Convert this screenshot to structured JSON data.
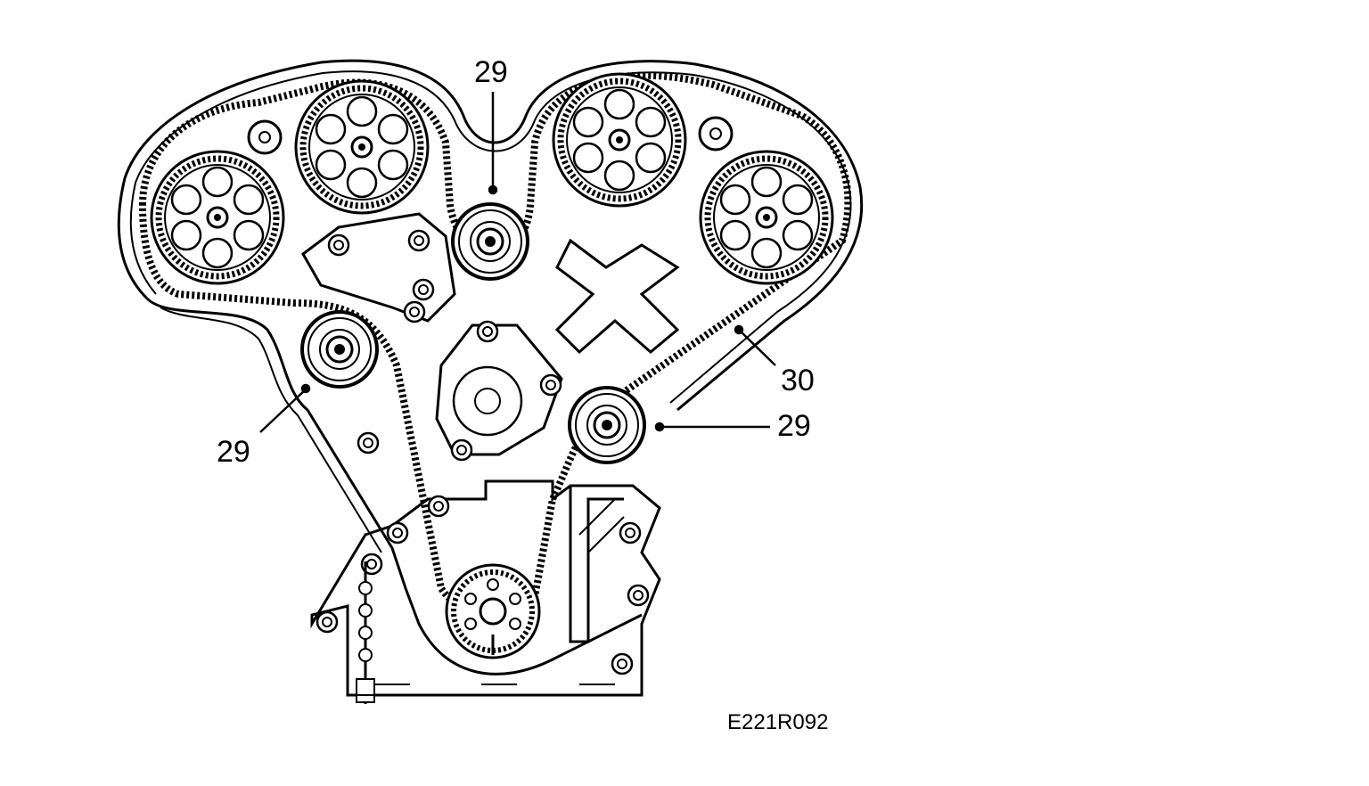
{
  "callouts": {
    "top_tensioner": "29",
    "left_idler": "29",
    "right_idler": "29",
    "timing_belt": "30"
  },
  "figure_code": "E221R092",
  "colors": {
    "ink": "#000000",
    "paper": "#ffffff"
  },
  "icons": {
    "cam_gears": "toothed-camshaft-sprocket",
    "idlers": "idler-pulley",
    "crank": "crankshaft-sprocket",
    "pump": "water-pump"
  }
}
